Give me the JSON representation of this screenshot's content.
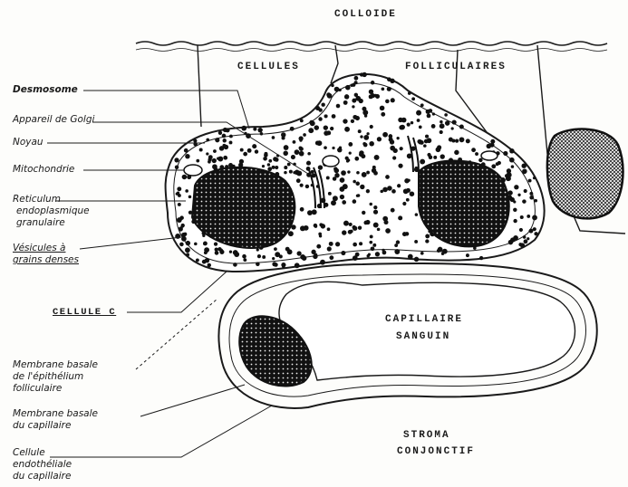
{
  "regions": {
    "colloid": "COLLOIDE",
    "cells_left": "CELLULES",
    "cells_right": "FOLLICULAIRES",
    "capillary_line1": "CAPILLAIRE",
    "capillary_line2": "SANGUIN",
    "stroma_line1": "STROMA",
    "stroma_line2": "CONJONCTIF"
  },
  "labels": {
    "desmosome": "Desmosome",
    "golgi": "Appareil de Golgi",
    "nucleus": "Noyau",
    "mitochondria": "Mitochondrie",
    "reticulum_1": "Reticulum",
    "reticulum_2": "endoplasmique",
    "reticulum_3": "granulaire",
    "vesicles_1": "Vésicules à",
    "vesicles_2": "grains denses",
    "c_cell": "CELLULE C",
    "basal_epi_1": "Membrane basale",
    "basal_epi_2": "de l'épithélium",
    "basal_epi_3": "folliculaire",
    "basal_cap_1": "Membrane basale",
    "basal_cap_2": "du capillaire",
    "endo_1": "Cellule",
    "endo_2": "endothéliale",
    "endo_3": "du capillaire"
  },
  "colors": {
    "ink": "#1a1a1a",
    "paper": "#fdfdfb"
  }
}
